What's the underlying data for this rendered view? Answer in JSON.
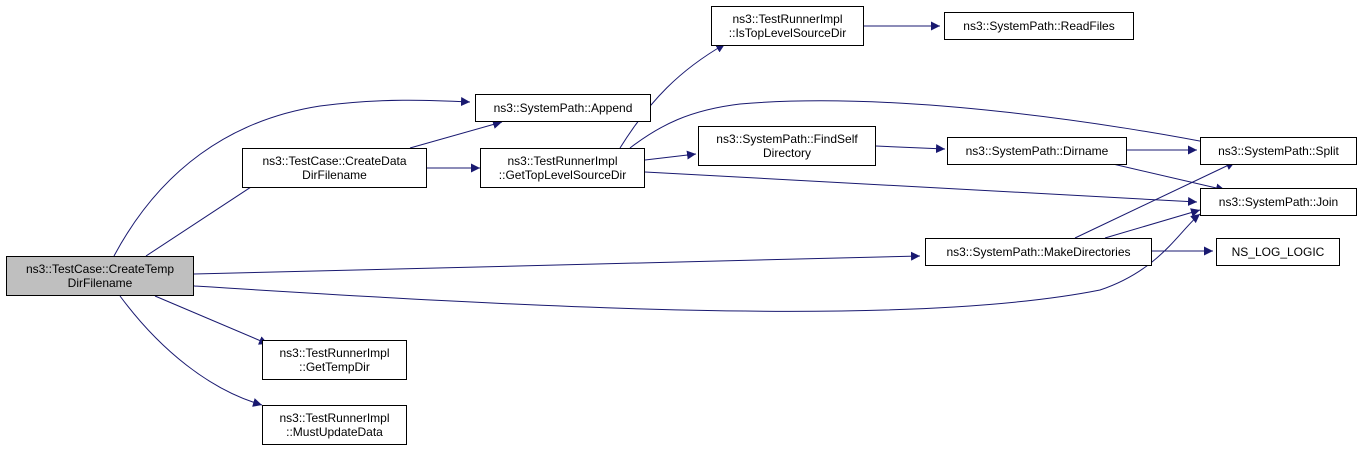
{
  "colors": {
    "edge": "#191970",
    "node_border": "#000000",
    "root_fill": "#bfbfbf",
    "node_fill": "#ffffff"
  },
  "nodes": {
    "root": {
      "lines": [
        "ns3::TestCase::CreateTemp",
        "DirFilename"
      ]
    },
    "create_data_dir": {
      "lines": [
        "ns3::TestCase::CreateData",
        "DirFilename"
      ]
    },
    "append": {
      "lines": [
        "ns3::SystemPath::Append"
      ]
    },
    "get_top_level": {
      "lines": [
        "ns3::TestRunnerImpl",
        "::GetTopLevelSourceDir"
      ]
    },
    "is_top_level": {
      "lines": [
        "ns3::TestRunnerImpl",
        "::IsTopLevelSourceDir"
      ]
    },
    "read_files": {
      "lines": [
        "ns3::SystemPath::ReadFiles"
      ]
    },
    "find_self": {
      "lines": [
        "ns3::SystemPath::FindSelf",
        "Directory"
      ]
    },
    "dirname": {
      "lines": [
        "ns3::SystemPath::Dirname"
      ]
    },
    "split": {
      "lines": [
        "ns3::SystemPath::Split"
      ]
    },
    "join": {
      "lines": [
        "ns3::SystemPath::Join"
      ]
    },
    "make_dirs": {
      "lines": [
        "ns3::SystemPath::MakeDirectories"
      ]
    },
    "ns_log_logic": {
      "lines": [
        "NS_LOG_LOGIC"
      ]
    },
    "get_temp_dir": {
      "lines": [
        "ns3::TestRunnerImpl",
        "::GetTempDir"
      ]
    },
    "must_update": {
      "lines": [
        "ns3::TestRunnerImpl",
        "::MustUpdateData"
      ]
    }
  }
}
